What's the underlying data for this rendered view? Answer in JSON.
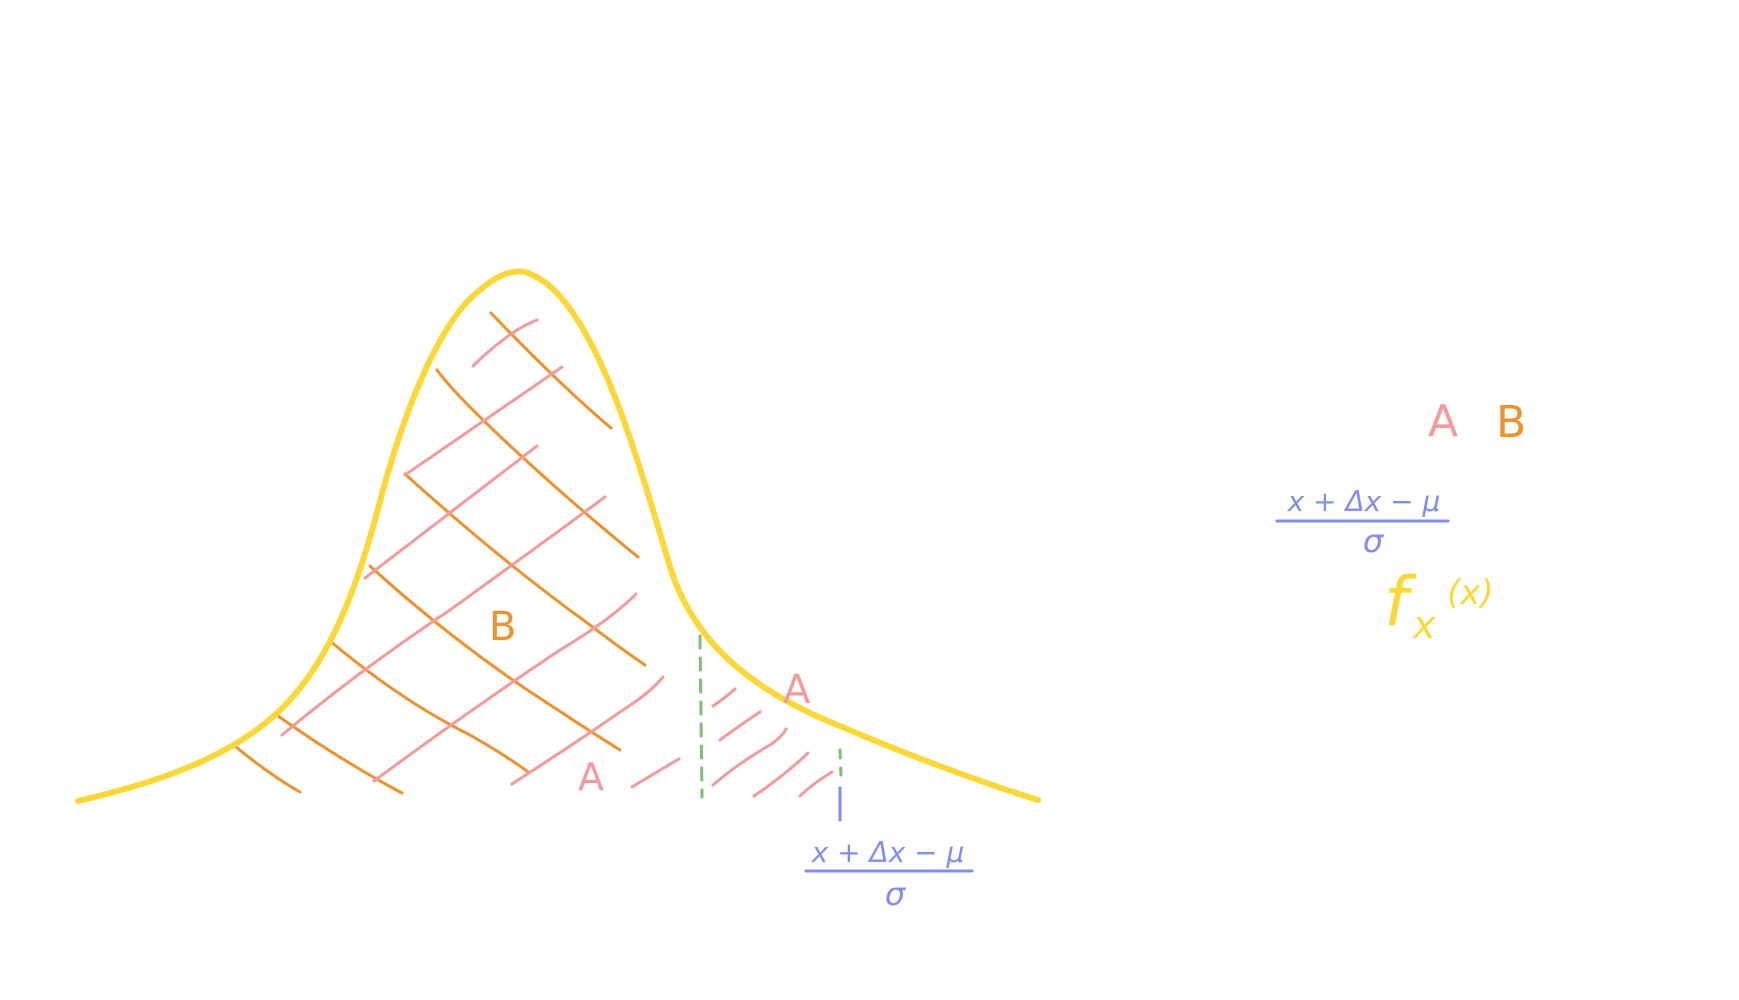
{
  "colors": {
    "background": "#ffffff",
    "curve": "#fdd835",
    "region_a": "#f59a9a",
    "region_b": "#f0922a",
    "divider": "#7cc070",
    "formula": "#7f8ef0",
    "legend_fx": "#fdd835"
  },
  "diagram": {
    "label_b_center": "B",
    "label_a_lower": "A",
    "label_a_tail": "A",
    "bottom_formula": {
      "numerator": "x + Δx − μ",
      "denominator": "σ"
    }
  },
  "side_notes": {
    "legend_a": "A",
    "legend_b": "B",
    "formula": {
      "numerator": "x + Δx − μ",
      "denominator": "σ"
    },
    "function_name": "f",
    "function_subscript": "x",
    "function_argument": "(x)"
  }
}
